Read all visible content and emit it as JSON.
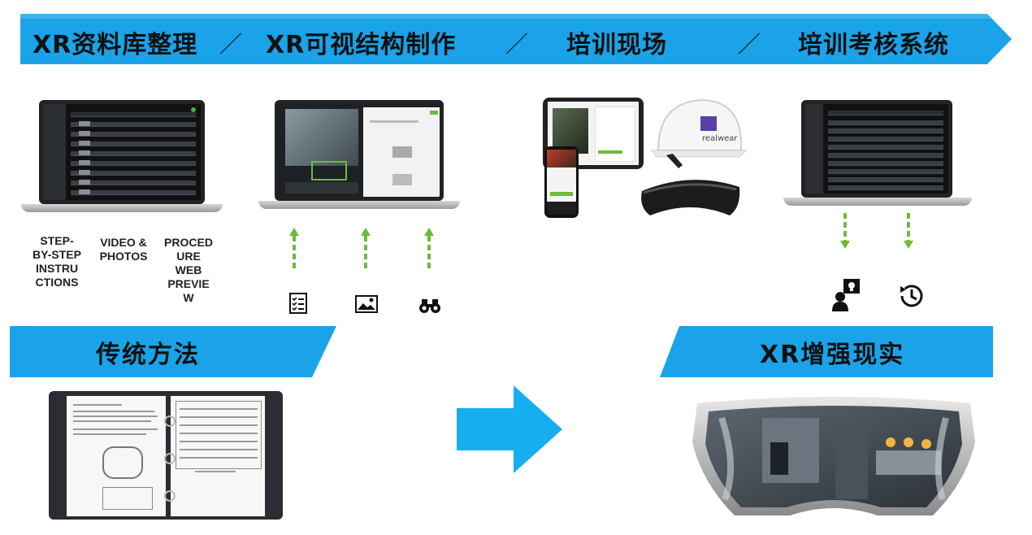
{
  "banner": {
    "color": "#1aa3e8",
    "stages": [
      "XR资料库整理",
      "XR可视结构制作",
      "培训现场",
      "培训考核系统"
    ],
    "separator": "／"
  },
  "traditional": {
    "labels": [
      "STEP-\nBY-STEP\nINSTRU\nCTIONS",
      "VIDEO &\nPHOTOS",
      "PROCED\nURE\nWEB\nPREVIE\nW"
    ],
    "section_title": "传统方法"
  },
  "xr": {
    "section_title": "XR增强现实",
    "helmet_brand": "realwear"
  },
  "icons": {
    "authoring": [
      "checklist-icon",
      "image-icon",
      "binoculars-icon"
    ],
    "assessment": [
      "idea-person-icon",
      "history-clock-icon"
    ]
  },
  "colors": {
    "accent_blue": "#1aa3e8",
    "arrow_green": "#6dbb3c",
    "big_arrow": "#17aef0"
  }
}
